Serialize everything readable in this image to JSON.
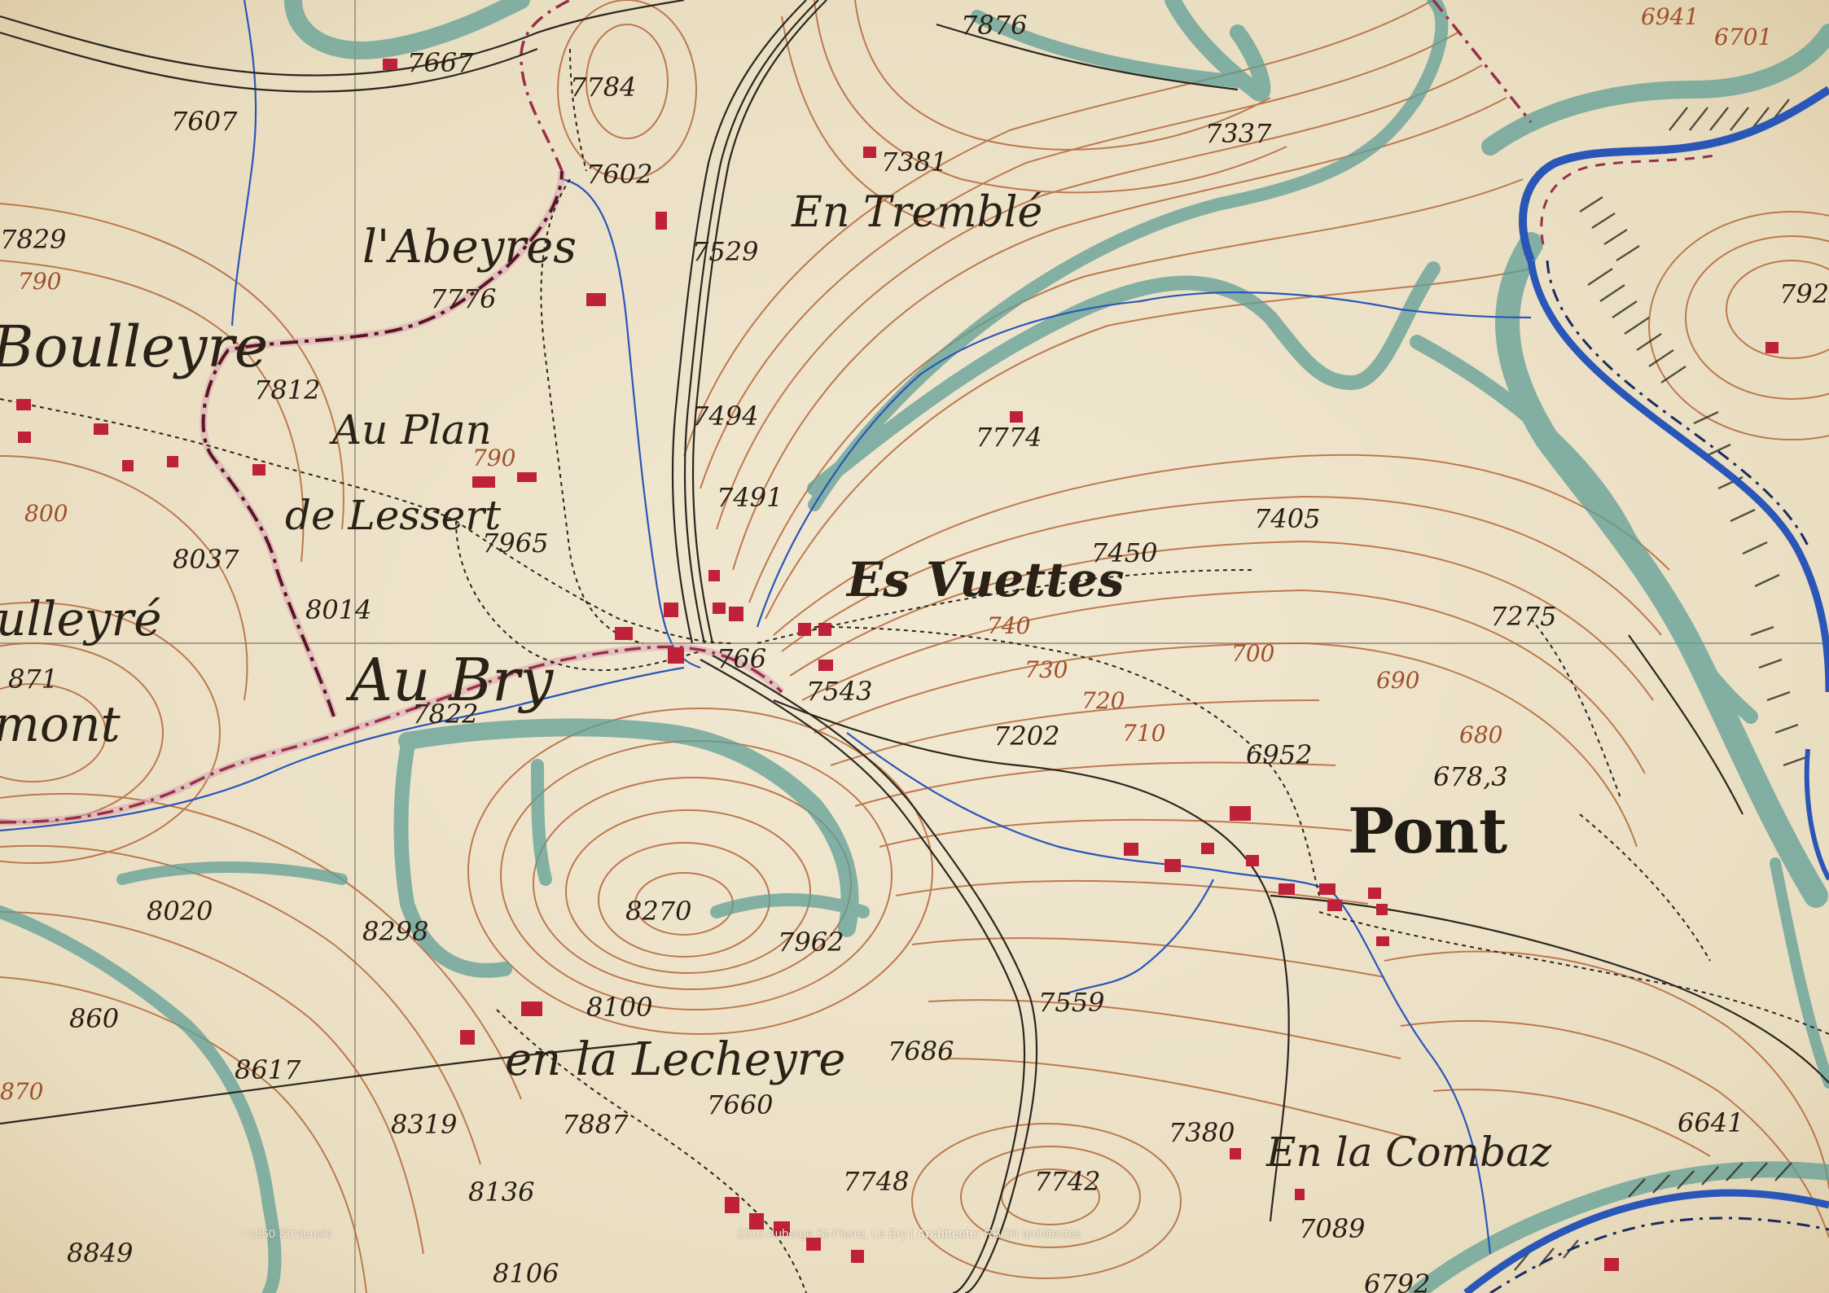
{
  "map": {
    "colors": {
      "paper": "#efe6cf",
      "contour": "#b4673a",
      "river_wash": "#5f9f96",
      "stream": "#2a56b8",
      "boundary": "#9a2f4c",
      "building": "#c0213a",
      "road": "#2b2620"
    },
    "places": {
      "pont": "Pont",
      "au_bry": "Au Bry",
      "en_tremble": "En Tremblé",
      "es_vuettes": "Es Vuettes",
      "l_abeyres": "l'Abeyres",
      "au_plan": "Au Plan",
      "de_lessert": "de Lessert",
      "boulleyre_top": "Boulleyre",
      "boulleyre_mid": "ulleyré",
      "mont": "mont",
      "en_la_lecheyre": "en la Lecheyre",
      "en_la_combaz": "En la Combaz"
    },
    "elevations": {
      "e7667": "7667",
      "e7784": "7784",
      "e7876": "7876",
      "e7607": "7607",
      "e7337": "7337",
      "e7381": "7381",
      "e7602": "7602",
      "e7529": "7529",
      "e7829": "7829",
      "e790": "790",
      "e7776": "7776",
      "e7812": "7812",
      "e790b": "790",
      "e800": "800",
      "e8037": "8037",
      "e7965": "7965",
      "e8014": "8014",
      "e871": "871",
      "e7494": "7494",
      "e7491": "7491",
      "e7774": "7774",
      "e7405": "7405",
      "e7450": "7450",
      "e740": "740",
      "e730": "730",
      "e720": "720",
      "e710": "710",
      "e700": "700",
      "e690": "690",
      "e680": "680",
      "e6952": "6952",
      "e6783": "678,3",
      "e7275": "7275",
      "e7666": "766",
      "e7543": "7543",
      "e7202": "7202",
      "e7822": "7822",
      "e8020": "8020",
      "e8298": "8298",
      "e8270": "8270",
      "e7962": "7962",
      "e8100": "8100",
      "e860": "860",
      "e8617": "8617",
      "e870": "870",
      "e8319": "8319",
      "e7887": "7887",
      "e7660": "7660",
      "e7686": "7686",
      "e7559": "7559",
      "e7380": "7380",
      "e6641": "6641",
      "e8136": "8136",
      "e7748": "7748",
      "e7742": "7742",
      "e7089": "7089",
      "e8849": "8849",
      "e8106": "8106",
      "e6792": "6792",
      "e792": "792",
      "e6941": "6941",
      "e6701": "6701"
    }
  },
  "captions": {
    "left": "~1850 Stryienski",
    "right_main": "2210 Auberge St-Pierre, Le Bry",
    "right_sep": " | ",
    "right_label": "Architecte: ",
    "right_value": "RBCH architectes"
  }
}
